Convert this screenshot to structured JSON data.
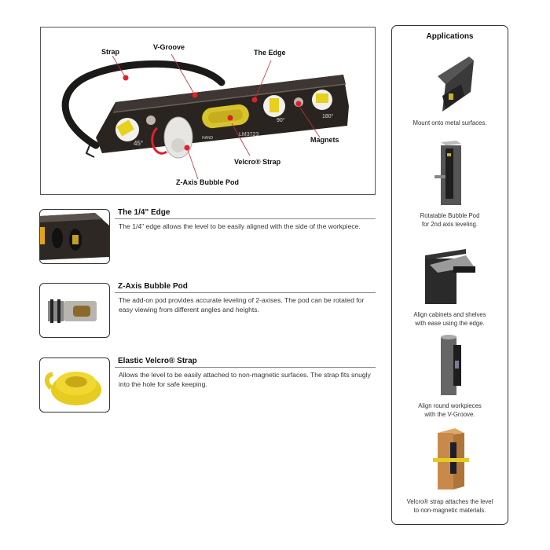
{
  "hero": {
    "callouts": {
      "strap": "Strap",
      "v_groove": "V-Groove",
      "the_edge": "The Edge",
      "magnets": "Magnets",
      "velcro_strap": "Velcro® Strap",
      "z_axis_pod": "Z-Axis Bubble Pod"
    },
    "markings": {
      "deg45": "45°",
      "deg90": "90°",
      "deg180": "180°",
      "model": "LM3723",
      "brand": "HAND"
    },
    "colors": {
      "dot": "#e0202a",
      "body": "#2a2420",
      "vial": "#e6d21c"
    }
  },
  "features": [
    {
      "title": "The 1/4\" Edge",
      "desc": "The 1/4\" edge allows the level to be easily aligned with the side of the workpiece."
    },
    {
      "title": "Z-Axis Bubble Pod",
      "desc": "The add-on pod provides accurate leveling of 2-axises. The pod can be rotated for easy viewing from different angles and heights."
    },
    {
      "title": "Elastic Velcro® Strap",
      "desc": "Allows the level to be easily attached to non-magnetic surfaces. The strap fits snugly into the hole for safe keeping."
    }
  ],
  "applications": {
    "title": "Applications",
    "items": [
      {
        "caption_l1": "Mount onto metal surfaces.",
        "caption_l2": ""
      },
      {
        "caption_l1": "Rotatable Bubble Pod",
        "caption_l2": "for 2nd axis leveling."
      },
      {
        "caption_l1": "Align cabinets and shelves",
        "caption_l2": "with ease using the edge."
      },
      {
        "caption_l1": "Align round workpieces",
        "caption_l2": "with the V-Groove."
      },
      {
        "caption_l1": "Velcro® strap attaches the level",
        "caption_l2": "to non-magnetic materials."
      }
    ]
  }
}
